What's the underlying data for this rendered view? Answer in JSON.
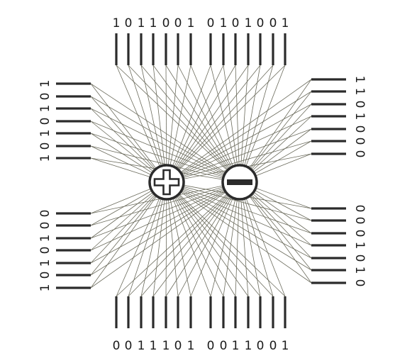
{
  "groups": {
    "top_left": {
      "bits": "1011001"
    },
    "top_right": {
      "bits": "0101001"
    },
    "bottom_left": {
      "bits": "0011101"
    },
    "bottom_right": {
      "bits": "0011001"
    },
    "left_upper": {
      "bits": "1010101"
    },
    "left_lower": {
      "bits": "0010101"
    },
    "right_upper": {
      "bits": "1101000"
    },
    "right_lower": {
      "bits": "0001010"
    }
  },
  "nodes": {
    "plus": {
      "symbol": "+"
    },
    "minus": {
      "symbol": "−"
    }
  },
  "colors": {
    "line": "#2b2b2b",
    "wire": "#6b6b5c",
    "background": "#ffffff"
  }
}
